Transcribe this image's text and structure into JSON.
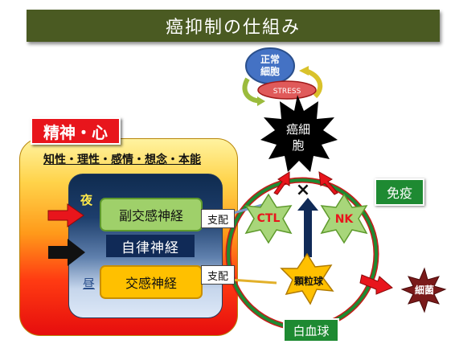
{
  "title": "癌抑制の仕組み",
  "mind_label": "精神・心",
  "traits": "知性・理性・感情・想念・本能",
  "autonomic": {
    "night": "夜",
    "day": "昼",
    "parasympathetic": "副交感神経",
    "label": "自律神経",
    "sympathetic": "交感神経"
  },
  "control_label": "支配",
  "immune_label": "免疫",
  "white_blood_cell_label": "白血球",
  "cells": {
    "cancer_line1": "癌細",
    "cancer_line2": "胞",
    "normal_line1": "正常",
    "normal_line2": "細胞",
    "stress": "STRESS",
    "ctl": "CTL",
    "nk": "NK",
    "granulocyte": "顆粒球",
    "bacteria": "細菌",
    "inhibit_mark": "×"
  },
  "colors": {
    "title_bg": "#4a5a22",
    "mind_red": "#e8151c",
    "immune_green": "#1e8a32",
    "nk_red": "#e8151c",
    "arrow_red": "#e8151c",
    "arrow_dark_blue": "#102a57"
  }
}
